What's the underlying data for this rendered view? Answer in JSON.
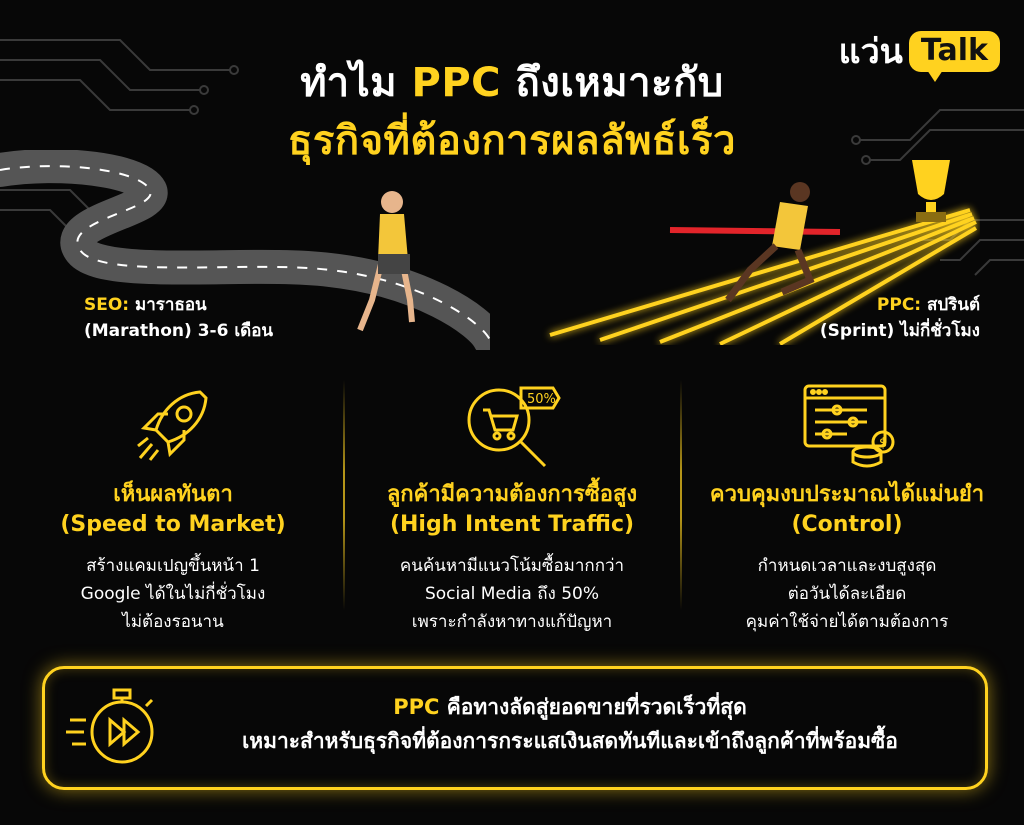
{
  "brand": {
    "logo_thai": "แว่น",
    "logo_badge": "Talk"
  },
  "title": {
    "line1_pre": "ทำไม ",
    "line1_highlight": "PPC",
    "line1_post": " ถึงเหมาะกับ",
    "line2": "ธุรกิจที่ต้องการผลลัพธ์เร็ว"
  },
  "left_caption": {
    "label": "SEO:",
    "line1": " มาราธอน",
    "line2": "(Marathon) 3-6 เดือน"
  },
  "right_caption": {
    "label": "PPC:",
    "line1": " สปรินต์",
    "line2": "(Sprint) ไม่กี่ชั่วโมง"
  },
  "badge_50": "50%",
  "columns": [
    {
      "icon": "rocket-icon",
      "heading": "เห็นผลทันตา",
      "subheading": "(Speed to Market)",
      "lines": [
        "สร้างแคมเปญขึ้นหน้า 1",
        "Google ได้ในไม่กี่ชั่วโมง",
        "ไม่ต้องรอนาน"
      ]
    },
    {
      "icon": "search-cart-icon",
      "heading": "ลูกค้ามีความต้องการซื้อสูง",
      "subheading": "(High Intent Traffic)",
      "lines": [
        "คนค้นหามีแนวโน้มซื้อมากกว่า",
        "Social Media ถึง 50%",
        "เพราะกำลังหาทางแก้ปัญหา"
      ]
    },
    {
      "icon": "budget-control-icon",
      "heading": "ควบคุมงบประมาณได้แม่นยำ",
      "subheading": "(Control)",
      "lines": [
        "กำหนดเวลาและงบสูงสุด",
        "ต่อวันได้ละเอียด",
        "คุมค่าใช้จ่ายได้ตามต้องการ"
      ]
    }
  ],
  "bottom": {
    "highlight": "PPC",
    "line1_rest": " คือทางลัดสู่ยอดขายที่รวดเร็วที่สุด",
    "line2": "เหมาะสำหรับธุรกิจที่ต้องการกระแสเงินสดทันทีและเข้าถึงลูกค้าที่พร้อมซื้อ"
  },
  "colors": {
    "accent": "#FFD21F",
    "background": "#070707"
  }
}
